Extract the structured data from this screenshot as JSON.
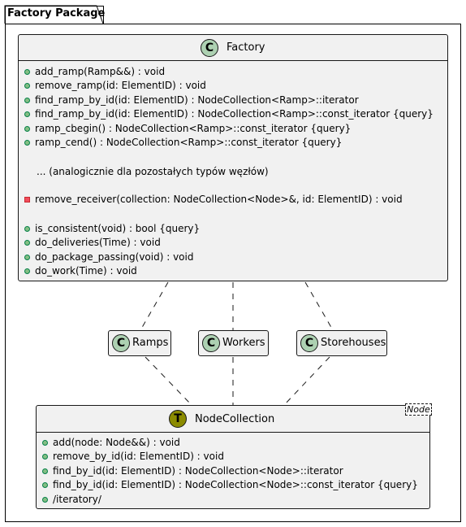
{
  "package": {
    "title": "Factory Package"
  },
  "factory": {
    "name": "Factory",
    "stereotype_letter": "C",
    "public_methods_1": [
      "add_ramp(Ramp&&) : void",
      "remove_ramp(id: ElementID) : void",
      "find_ramp_by_id(id: ElementID) : NodeCollection<Ramp>::iterator",
      "find_ramp_by_id(id: ElementID) : NodeCollection<Ramp>::const_iterator {query}",
      "ramp_cbegin() : NodeCollection<Ramp>::const_iterator {query}",
      "ramp_cend() : NodeCollection<Ramp>::const_iterator {query}"
    ],
    "note": "... (analogicznie dla pozostałych typów węzłów)",
    "private_methods": [
      "remove_receiver(collection: NodeCollection<Node>&, id: ElementID) : void"
    ],
    "public_methods_2": [
      "is_consistent(void) : bool {query}",
      "do_deliveries(Time) : void",
      "do_package_passing(void) : void",
      "do_work(Time) : void"
    ]
  },
  "ramps": {
    "name": "Ramps",
    "stereotype_letter": "C"
  },
  "workers": {
    "name": "Workers",
    "stereotype_letter": "C"
  },
  "storehouses": {
    "name": "Storehouses",
    "stereotype_letter": "C"
  },
  "node_collection": {
    "name": "NodeCollection",
    "stereotype_letter": "T",
    "generic_param": "Node",
    "methods": [
      "add(node: Node&&) : void",
      "remove_by_id(id: ElementID) : void",
      "find_by_id(id: ElementID) : NodeCollection<Node>::iterator",
      "find_by_id(id: ElementID) : NodeCollection<Node>::const_iterator {query}",
      "/iteratory/"
    ]
  },
  "colors": {
    "class_fill": "#f1f1f1",
    "class_icon": "#add1b2",
    "template_icon": "#8b8b00",
    "public_dot": "#84be84",
    "private_square": "#f24d5c"
  }
}
